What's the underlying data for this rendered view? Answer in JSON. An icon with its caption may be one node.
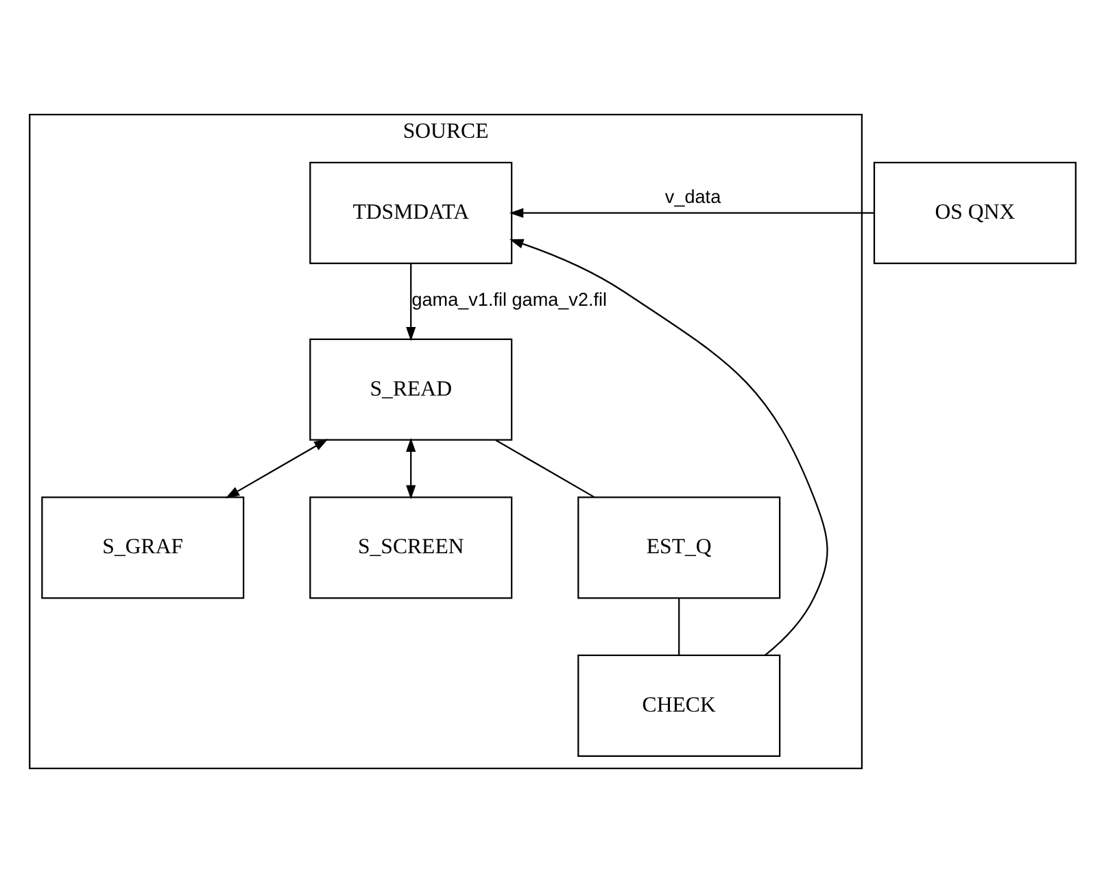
{
  "diagram": {
    "nodes": [
      {
        "text": [
          "SOURCE"
        ]
      },
      {
        "text": [
          "TDSMDATA"
        ],
        "in": 0
      },
      {
        "text": [
          "S_READ"
        ],
        "in": 0
      },
      {
        "text": [
          "S_GRAF"
        ],
        "in": 0
      },
      {
        "text": [
          "S_SCREEN"
        ],
        "in": 0
      },
      {
        "text": [
          "EST_Q"
        ],
        "in": 0
      },
      {
        "text": [
          "CHECK"
        ],
        "in": 0
      },
      {
        "text": [
          "OS QNX"
        ]
      }
    ],
    "edges": [
      {
        "from": 7,
        "to": 1,
        "arrow": "to",
        "label": "v_data"
      },
      {
        "from": 1,
        "to": 2,
        "arrow": "to",
        "label": "gama_v1.fil gama_v2.fil"
      },
      {
        "from": 2,
        "to": 3,
        "arrow": "both"
      },
      {
        "from": 2,
        "to": 4,
        "arrow": "both"
      },
      {
        "from": 2,
        "to": 5,
        "arrow": "none"
      },
      {
        "from": 5,
        "to": 6,
        "arrow": "none"
      },
      {
        "from": 6,
        "to": 1,
        "arrow": "to"
      }
    ]
  }
}
